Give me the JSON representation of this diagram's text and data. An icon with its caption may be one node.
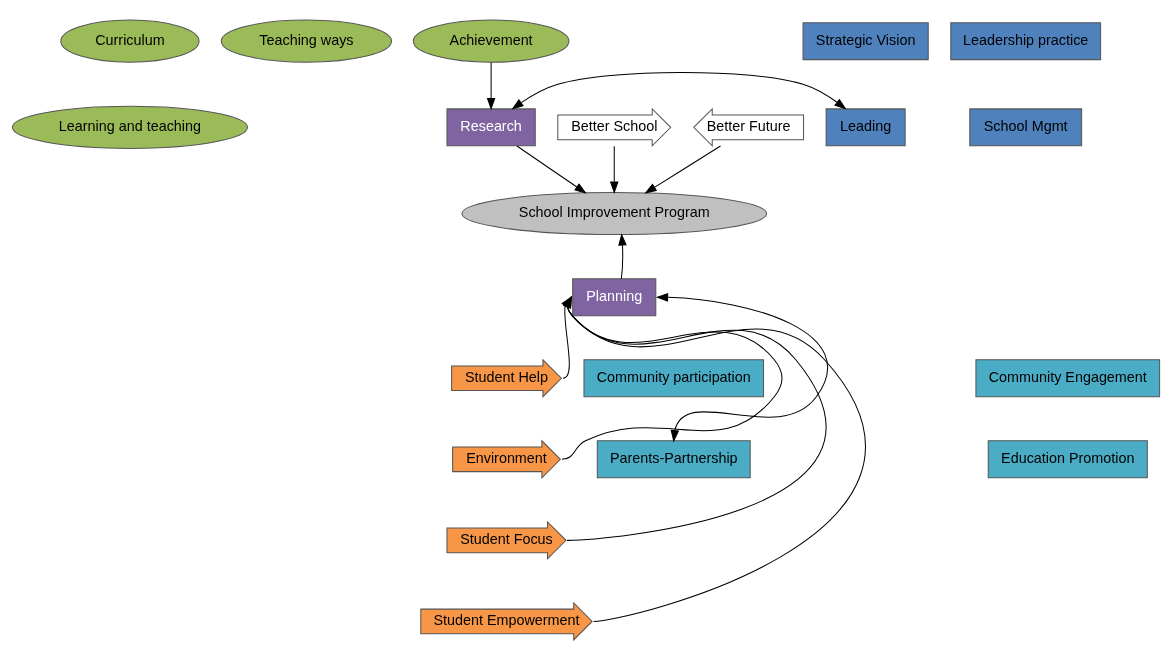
{
  "diagram": {
    "nodes": [
      {
        "text": [
          "Curriculum"
        ]
      },
      {
        "text": [
          "Teaching ways"
        ]
      },
      {
        "text": [
          "Achievement"
        ]
      },
      {
        "text": [
          "Learning and teaching"
        ]
      },
      {
        "text": [
          "Research"
        ]
      },
      {
        "text": [
          "Strategic Vision"
        ]
      },
      {
        "text": [
          "Leadership practice"
        ]
      },
      {
        "text": [
          "Leading"
        ]
      },
      {
        "text": [
          "School Mgmt"
        ]
      },
      {
        "text": [
          "School Improvement Program"
        ]
      },
      {
        "text": [
          "Better School"
        ]
      },
      {
        "text": [
          "Better Future"
        ]
      },
      {
        "text": [
          "Planning"
        ]
      },
      {
        "text": [
          "Student Help"
        ]
      },
      {
        "text": [
          "Environment"
        ]
      },
      {
        "text": [
          "Student Focus"
        ]
      },
      {
        "text": [
          "Student Empowerment"
        ]
      },
      {
        "text": [
          "Community participation"
        ]
      },
      {
        "text": [
          "Community Engagement"
        ]
      },
      {
        "text": [
          "Parents-Partnership"
        ]
      },
      {
        "text": [
          "Education Promotion"
        ]
      }
    ],
    "edges": [
      {
        "from": 2,
        "to": 4,
        "arrow": "to"
      },
      {
        "from": 7,
        "to": 4,
        "arrow": "both"
      },
      {
        "from": 4,
        "to": 9,
        "arrow": "to"
      },
      {
        "from": 10,
        "to": 9,
        "arrow": "to"
      },
      {
        "from": 11,
        "to": 9,
        "arrow": "to"
      },
      {
        "from": 12,
        "to": 9,
        "arrow": "to"
      },
      {
        "from": 13,
        "to": 12,
        "arrow": "to"
      },
      {
        "from": 14,
        "to": 12,
        "arrow": "to"
      },
      {
        "from": 15,
        "to": 12,
        "arrow": "to"
      },
      {
        "from": 16,
        "to": 12,
        "arrow": "to"
      },
      {
        "from": 19,
        "to": 12,
        "arrow": "both"
      }
    ]
  }
}
